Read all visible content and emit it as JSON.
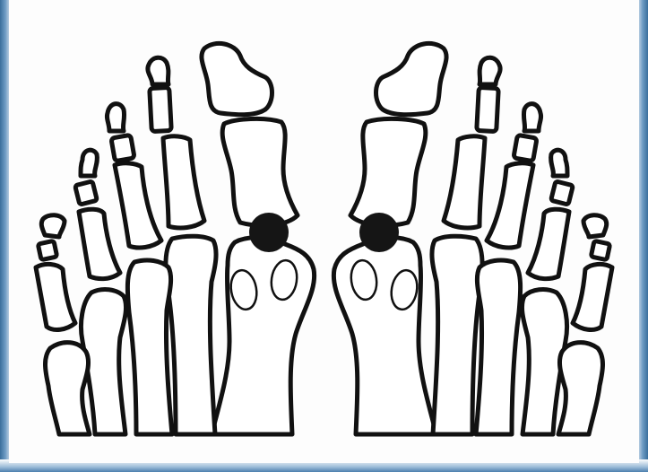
{
  "image": {
    "subject": "foot-skeleton-dorsal-view",
    "feet": [
      "left-foot",
      "right-foot"
    ],
    "marker_color": "#151515",
    "line_color": "#111111",
    "background_color": "#fdfdfd",
    "frame_color": "#3a6f9c"
  }
}
